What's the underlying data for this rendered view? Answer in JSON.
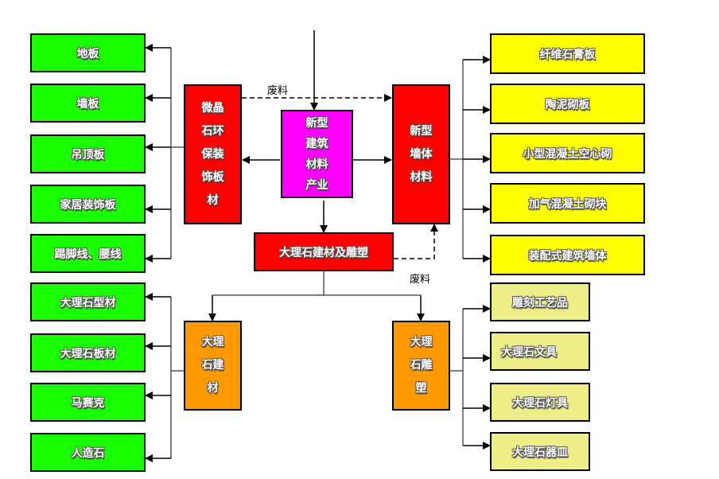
{
  "diagram": {
    "center": {
      "label": "新型建筑材料产业",
      "lines": [
        "新型",
        "建筑",
        "材料",
        "产业"
      ]
    },
    "left_branch": {
      "label": "微晶石环保装饰板材",
      "lines": [
        "微晶",
        "石环",
        "保装",
        "饰板",
        "材"
      ],
      "children": [
        "地板",
        "墙板",
        "吊顶板",
        "家居装饰板",
        "踢脚线、腰线"
      ]
    },
    "right_branch": {
      "label": "新型墙体材料",
      "lines": [
        "新型",
        "墙体",
        "材料"
      ],
      "children": [
        "纤维石膏板",
        "陶泥砌板",
        "小型混凝土空心砌",
        "加气混凝土砌块",
        "装配式建筑墙体"
      ]
    },
    "bottom_branch": {
      "label": "大理石建材及雕塑",
      "sub_left": {
        "label": "大理石建材",
        "lines": [
          "大理",
          "石建",
          "材"
        ],
        "children": [
          "大理石型材",
          "大理石板材",
          "马赛克",
          "人造石"
        ]
      },
      "sub_right": {
        "label": "大理石雕塑",
        "lines": [
          "大理",
          "石雕",
          "塑"
        ],
        "children": [
          "雕刻工艺品",
          "大理石文具",
          "大理石灯具",
          "大理石器皿"
        ]
      }
    },
    "waste_labels": {
      "top": "废料",
      "bottom": "废料"
    }
  },
  "colors": {
    "leaf_green": "#19ff00",
    "leaf_yellow": "#ffff00",
    "leaf_khaki": "#eeee88",
    "main_red": "#ff0000",
    "center_magenta": "#ff00ff",
    "sub_orange": "#ff9900"
  }
}
